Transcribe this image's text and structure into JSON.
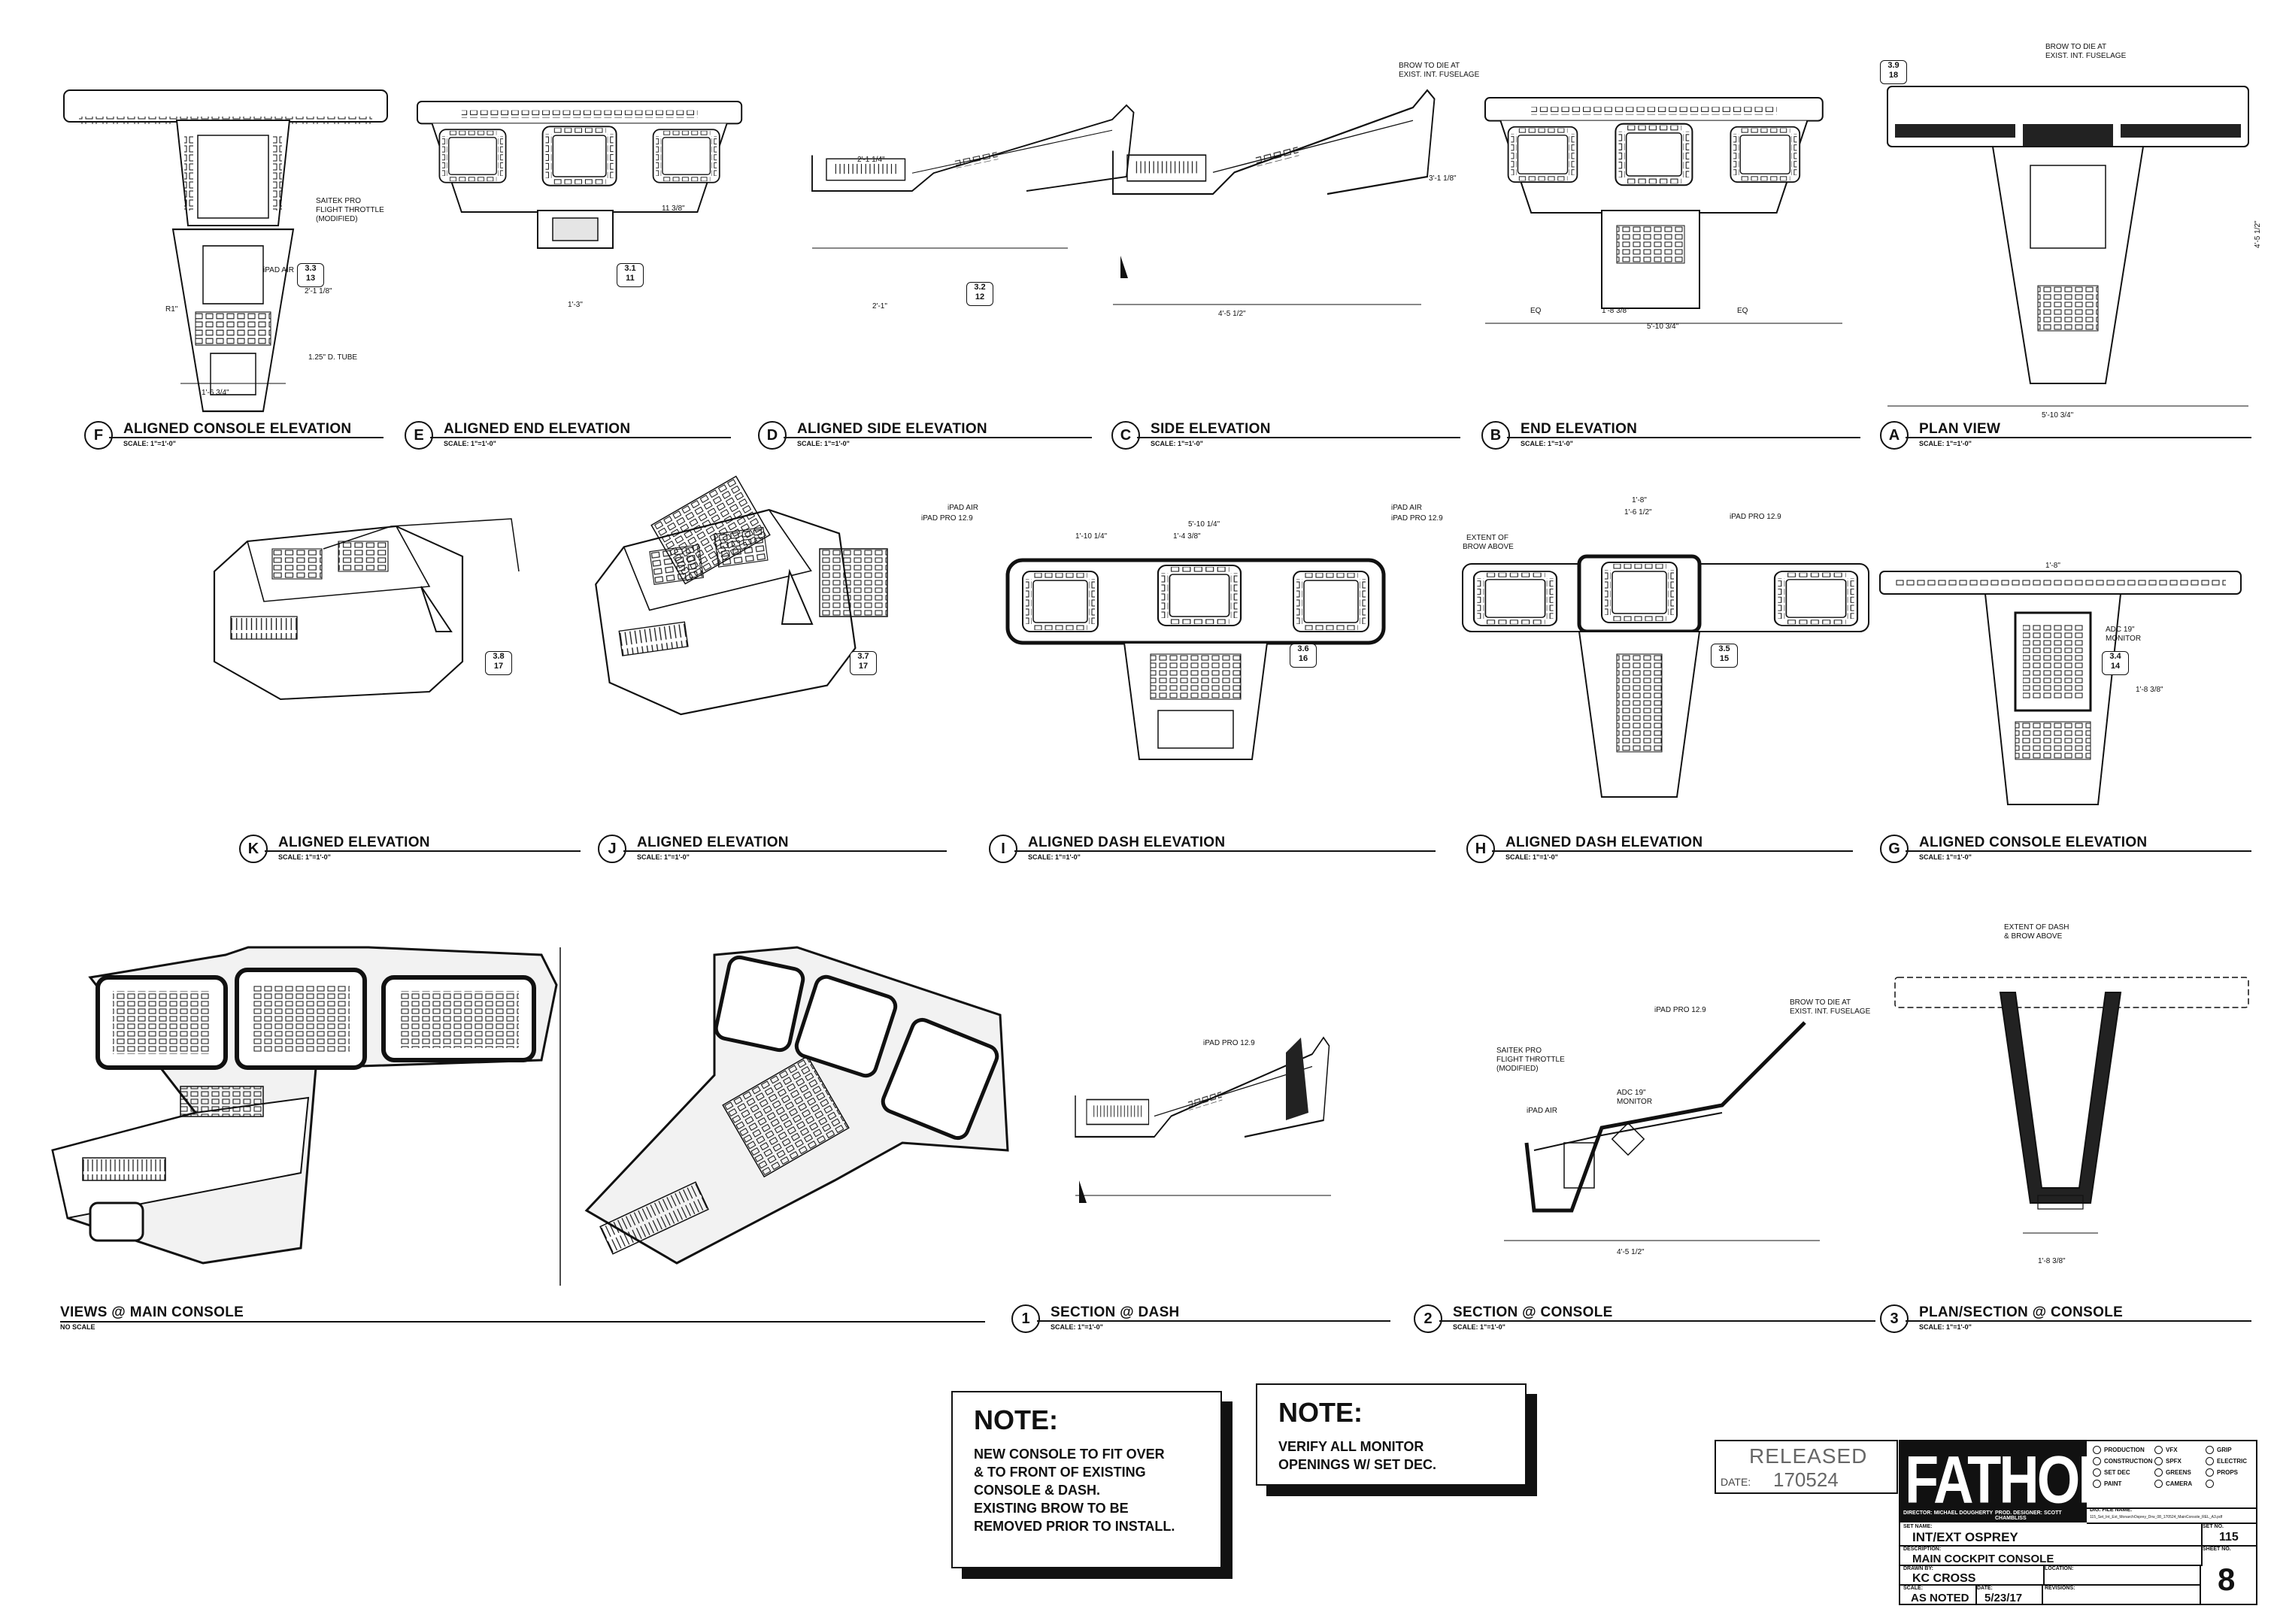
{
  "views": [
    {
      "id": "F",
      "title": "ALIGNED CONSOLE ELEVATION",
      "scale": "SCALE: 1\"=1'-0\""
    },
    {
      "id": "E",
      "title": "ALIGNED END ELEVATION",
      "scale": "SCALE: 1\"=1'-0\""
    },
    {
      "id": "D",
      "title": "ALIGNED SIDE ELEVATION",
      "scale": "SCALE: 1\"=1'-0\""
    },
    {
      "id": "C",
      "title": "SIDE ELEVATION",
      "scale": "SCALE: 1\"=1'-0\""
    },
    {
      "id": "B",
      "title": "END ELEVATION",
      "scale": "SCALE: 1\"=1'-0\""
    },
    {
      "id": "A",
      "title": "PLAN VIEW",
      "scale": "SCALE: 1\"=1'-0\""
    },
    {
      "id": "K",
      "title": "ALIGNED ELEVATION",
      "scale": "SCALE: 1\"=1'-0\""
    },
    {
      "id": "J",
      "title": "ALIGNED ELEVATION",
      "scale": "SCALE: 1\"=1'-0\""
    },
    {
      "id": "I",
      "title": "ALIGNED DASH ELEVATION",
      "scale": "SCALE: 1\"=1'-0\""
    },
    {
      "id": "H",
      "title": "ALIGNED DASH ELEVATION",
      "scale": "SCALE: 1\"=1'-0\""
    },
    {
      "id": "G",
      "title": "ALIGNED CONSOLE ELEVATION",
      "scale": "SCALE: 1\"=1'-0\""
    },
    {
      "id": "1",
      "title": "SECTION @ DASH",
      "scale": "SCALE: 1\"=1'-0\""
    },
    {
      "id": "2",
      "title": "SECTION @ CONSOLE",
      "scale": "SCALE: 1\"=1'-0\""
    },
    {
      "id": "3",
      "title": "PLAN/SECTION @ CONSOLE",
      "scale": "SCALE: 1\"=1'-0\""
    }
  ],
  "views_main": {
    "title": "VIEWS @ MAIN CONSOLE",
    "scale": "NO SCALE"
  },
  "callouts": {
    "saitek": "SAITEK PRO",
    "saitek2": "FLIGHT THROTTLE",
    "saitek3": "(MODIFIED)",
    "ipad_air": "iPAD AIR",
    "ipad_pro": "iPAD PRO 12.9",
    "brow1": "BROW TO DIE AT",
    "brow2": "EXIST. INT. FUSELAGE",
    "extent1": "EXTENT OF",
    "extent2": "BROW ABOVE",
    "extent_dash1": "EXTENT OF DASH",
    "extent_dash2": "& BROW ABOVE",
    "adc1": "ADC 19\"",
    "adc2": "MONITOR",
    "tube": "1.25\" D. TUBE",
    "r1": "R1\"",
    "eq": "EQ",
    "dim_f1": "1'-6 3/4\"",
    "dim_f2": "2'-1 1/8\"",
    "dim_e1": "1'-3\"",
    "dim_e2": "11 3/8\"",
    "dim_d1": "2'-1\"",
    "dim_d2": "2'-1 1/4\"",
    "dim_c1": "4'-5 1/2\"",
    "dim_c2": "3'-1 1/8\"",
    "dim_b1": "5'-10 3/4\"",
    "dim_b2": "1'-8 3/8\"",
    "dim_a1": "5'-10 3/4\"",
    "dim_a2": "4'-5 1/2\"",
    "dim_i1": "5'-10 1/4\"",
    "dim_i2": "1'-10 1/4\"",
    "dim_i3": "1'-4 3/8\"",
    "dim_h1": "1'-8\"",
    "dim_h2": "1'-6 1/2\"",
    "dim_g1": "1'-8\"",
    "dim_g2": "1'-8 3/8\"",
    "dim_s2": "4'-5 1/2\"",
    "dim_s3": "1'-8 3/8\"",
    "tag_31": "3.1",
    "tag_31b": "11",
    "tag_32": "3.2",
    "tag_32b": "12",
    "tag_33": "3.3",
    "tag_33b": "13",
    "tag_34": "3.4",
    "tag_34b": "14",
    "tag_35": "3.5",
    "tag_35b": "15",
    "tag_36": "3.6",
    "tag_36b": "16",
    "tag_37": "3.7",
    "tag_37b": "17",
    "tag_38": "3.8",
    "tag_38b": "17",
    "tag_39": "3.9",
    "tag_39b": "18"
  },
  "notes": [
    {
      "heading": "NOTE:",
      "body": "NEW CONSOLE TO FIT OVER\n& TO FRONT OF EXISTING\nCONSOLE & DASH.\nEXISTING BROW TO BE\nREMOVED PRIOR TO INSTALL."
    },
    {
      "heading": "NOTE:",
      "body": "VERIFY ALL MONITOR\nOPENINGS W/  SET DEC."
    }
  ],
  "titleblock": {
    "released": "RELEASED",
    "date_label": "DATE:",
    "date_value": "170524",
    "logo": "FATHOM",
    "director": "DIRECTOR: MICHAEL DOUGHERTY",
    "designer": "PROD. DESIGNER: SCOTT CHAMBLISS",
    "depts": [
      "PRODUCTION",
      "CONSTRUCTION",
      "SET DEC",
      "PAINT",
      "VFX",
      "SPFX",
      "GREENS",
      "CAMERA",
      "GRIP",
      "ELECTRIC",
      "PROPS",
      ""
    ],
    "dig_file_label": "DIG. FILE NAME:",
    "dig_file": "115_Set_Int_Ext_MonarchOsprey_Drw_08_170524_MainConsole_REL_A3.pdf",
    "set_name_label": "SET NAME:",
    "set_name": "INT/EXT OSPREY",
    "set_no_label": "SET NO.",
    "set_no": "115",
    "desc_label": "DESCRIPTION:",
    "desc": "MAIN COCKPIT CONSOLE",
    "sheet_no_label": "SHEET NO.",
    "sheet_no": "8",
    "drawn_label": "DRAWN BY:",
    "drawn": "KC CROSS",
    "location_label": "LOCATION:",
    "scale_label": "SCALE:",
    "scale": "AS NOTED",
    "date2_label": "DATE:",
    "date2": "5/23/17",
    "revisions_label": "REVISIONS:"
  }
}
